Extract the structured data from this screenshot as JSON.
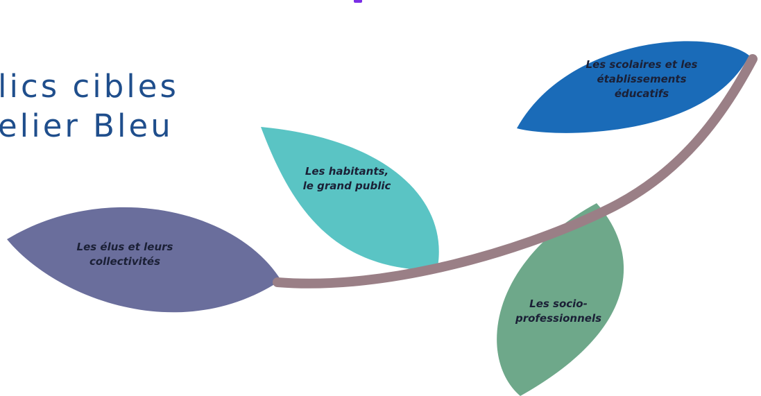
{
  "title": {
    "line1": "lics cibles",
    "line2": "elier Bleu"
  },
  "leaves": [
    {
      "id": "elus",
      "lines": [
        "Les élus et leurs",
        "collectivités"
      ],
      "color": "#6a6e9c"
    },
    {
      "id": "habitants",
      "lines": [
        "Les habitants,",
        "le grand public"
      ],
      "color": "#5ac4c4"
    },
    {
      "id": "scolaires",
      "lines": [
        "Les scolaires et les",
        "établissements",
        "éducatifs"
      ],
      "color": "#1a6bb8"
    },
    {
      "id": "socio",
      "lines": [
        "Les socio-",
        "professionnels"
      ],
      "color": "#6ea88a"
    }
  ],
  "colors": {
    "title": "#1f4e8c",
    "branch": "#9a7f86",
    "top_mark": "#7a2ee6"
  }
}
